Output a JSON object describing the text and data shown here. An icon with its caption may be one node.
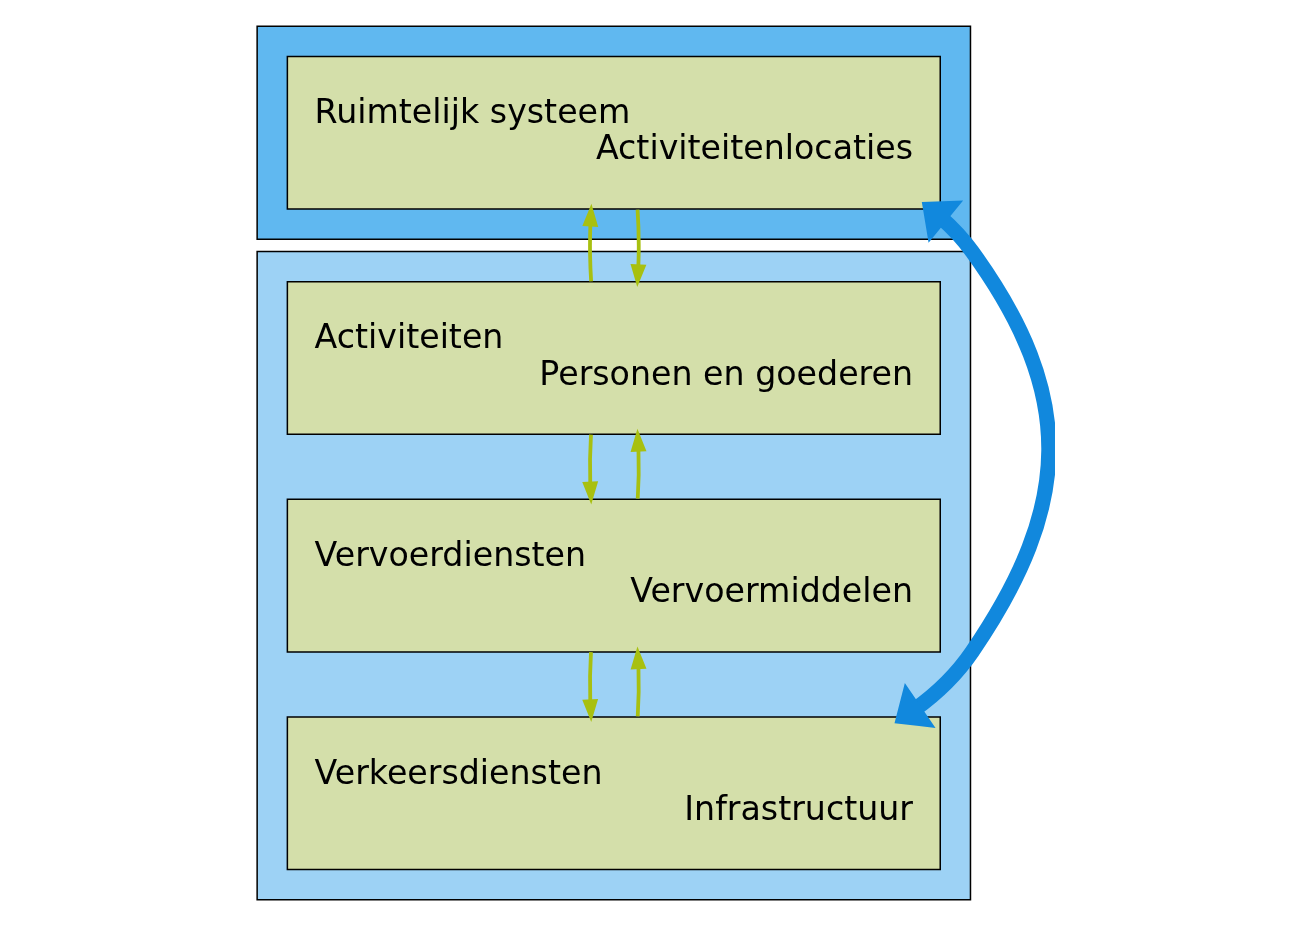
{
  "diagram": {
    "nodes": [
      {
        "text": [],
        "shape": "box"
      },
      {
        "text": [
          "Ruimtelijk systeem",
          "Activiteitenlocaties"
        ],
        "in": 0
      },
      {
        "text": [],
        "shape": "box"
      },
      {
        "text": [
          "Activiteiten",
          "Personen en goederen"
        ],
        "in": 2
      },
      {
        "text": [
          "Vervoerdiensten",
          "Vervoermiddelen"
        ],
        "in": 2
      },
      {
        "text": [
          "Verkeersdiensten",
          "Infrastructuur"
        ],
        "in": 2
      }
    ],
    "edges": [
      {
        "from": 1,
        "to": 3,
        "arrow": "to"
      },
      {
        "from": 3,
        "to": 1,
        "arrow": "to"
      },
      {
        "from": 3,
        "to": 4,
        "arrow": "to"
      },
      {
        "from": 4,
        "to": 3,
        "arrow": "to"
      },
      {
        "from": 4,
        "to": 5,
        "arrow": "to"
      },
      {
        "from": 5,
        "to": 4,
        "arrow": "to"
      },
      {
        "from": 1,
        "to": 5,
        "arrow": "both",
        "style": "thick",
        "color": "#1188dd"
      }
    ]
  }
}
